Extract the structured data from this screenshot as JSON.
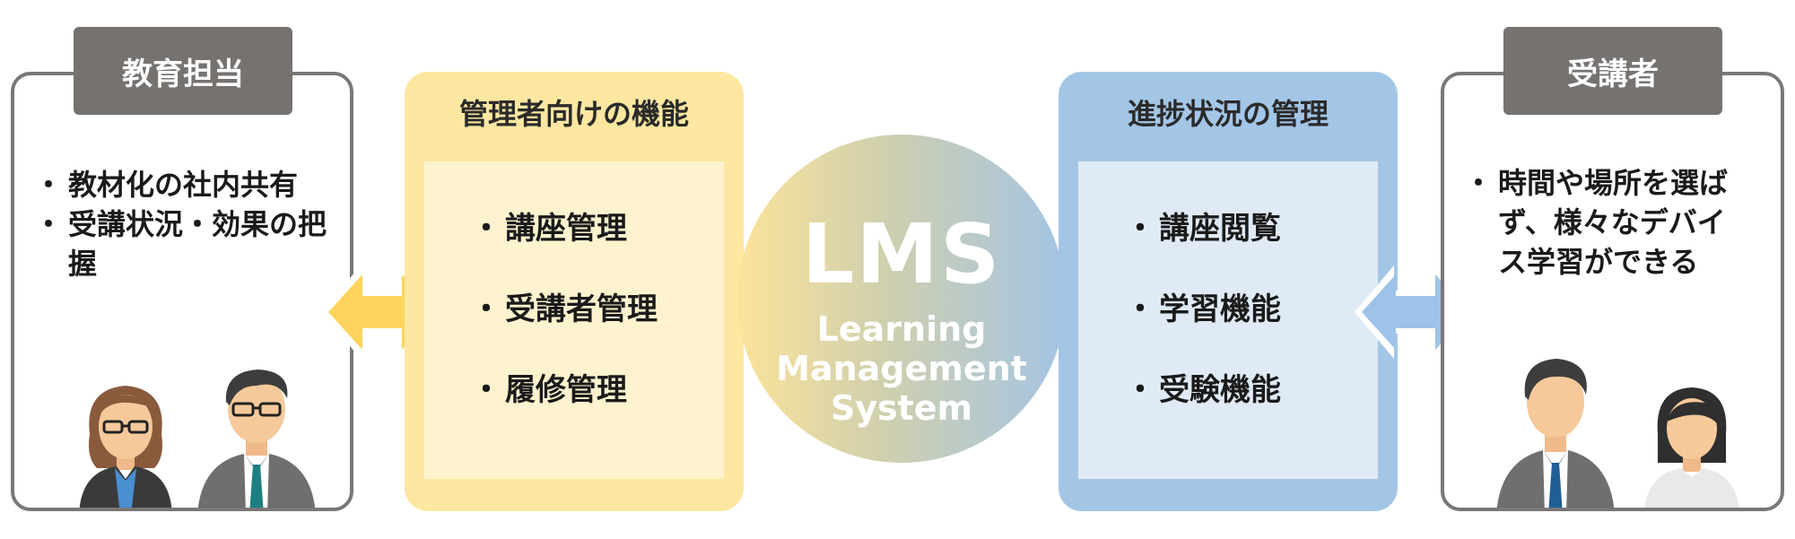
{
  "left": {
    "tag": "教育担当",
    "items": [
      "教材化の社内共有",
      "受講状況・効果の把握"
    ]
  },
  "admin_panel": {
    "title": "管理者向けの機能",
    "items": [
      "講座管理",
      "受講者管理",
      "履修管理"
    ]
  },
  "center": {
    "title": "LMS",
    "subtitle_lines": [
      "Learning",
      "Management",
      "System"
    ]
  },
  "progress_panel": {
    "title": "進捗状況の管理",
    "items": [
      "講座閲覧",
      "学習機能",
      "受験機能"
    ]
  },
  "right": {
    "tag": "受講者",
    "items": [
      "時間や場所を選ばず、様々なデバイス学習ができる"
    ]
  },
  "colors": {
    "gray_tag": "#767270",
    "yellow_panel": "#fde7a1",
    "yellow_inner": "#fff3cf",
    "blue_panel": "#a3c6e7",
    "blue_inner": "#dfeaf6",
    "yellow_arrow": "#fdd45e",
    "blue_arrow": "#9dc3e8"
  },
  "icons": [
    "female-staff-icon",
    "male-staff-icon",
    "male-learner-icon",
    "female-learner-icon",
    "double-arrow-icon"
  ]
}
